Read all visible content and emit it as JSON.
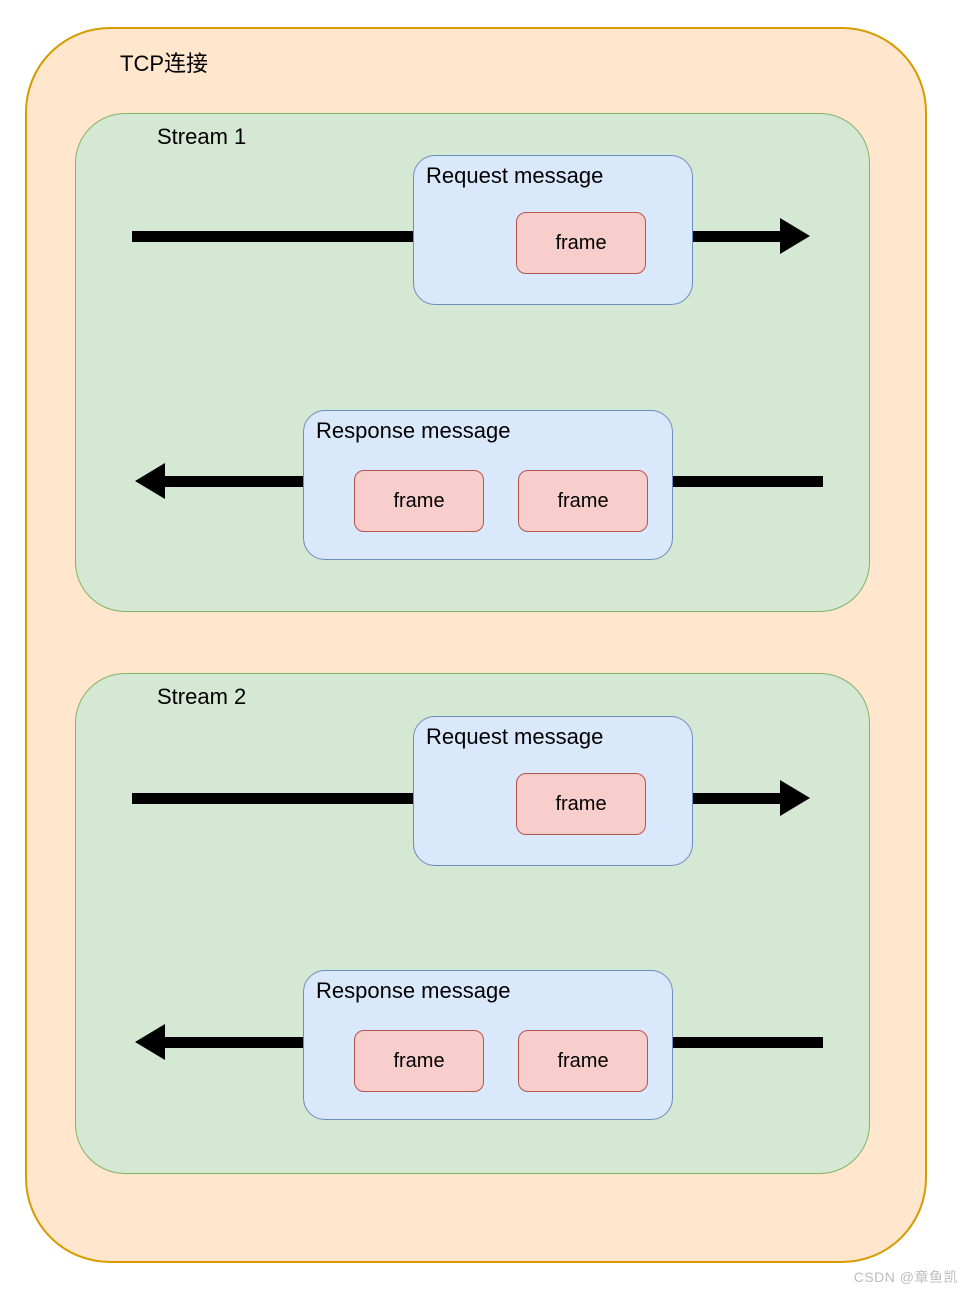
{
  "diagram": {
    "title": "TCP连接",
    "watermark": "CSDN @章鱼凯",
    "colors": {
      "tcp_fill": "#FFE6CC",
      "tcp_stroke": "#D79B00",
      "stream_fill": "#D5E8D4",
      "stream_stroke": "#82B366",
      "message_fill": "#DAE8FC",
      "message_stroke": "#6C8EBF",
      "frame_fill": "#F8CECC",
      "frame_stroke": "#B85450",
      "arrow": "#000000"
    },
    "streams": [
      {
        "label": "Stream 1",
        "request": {
          "label": "Request message",
          "direction": "right",
          "frames": [
            "frame"
          ]
        },
        "response": {
          "label": "Response message",
          "direction": "left",
          "frames": [
            "frame",
            "frame"
          ]
        }
      },
      {
        "label": "Stream 2",
        "request": {
          "label": "Request message",
          "direction": "right",
          "frames": [
            "frame"
          ]
        },
        "response": {
          "label": "Response message",
          "direction": "left",
          "frames": [
            "frame",
            "frame"
          ]
        }
      }
    ]
  }
}
